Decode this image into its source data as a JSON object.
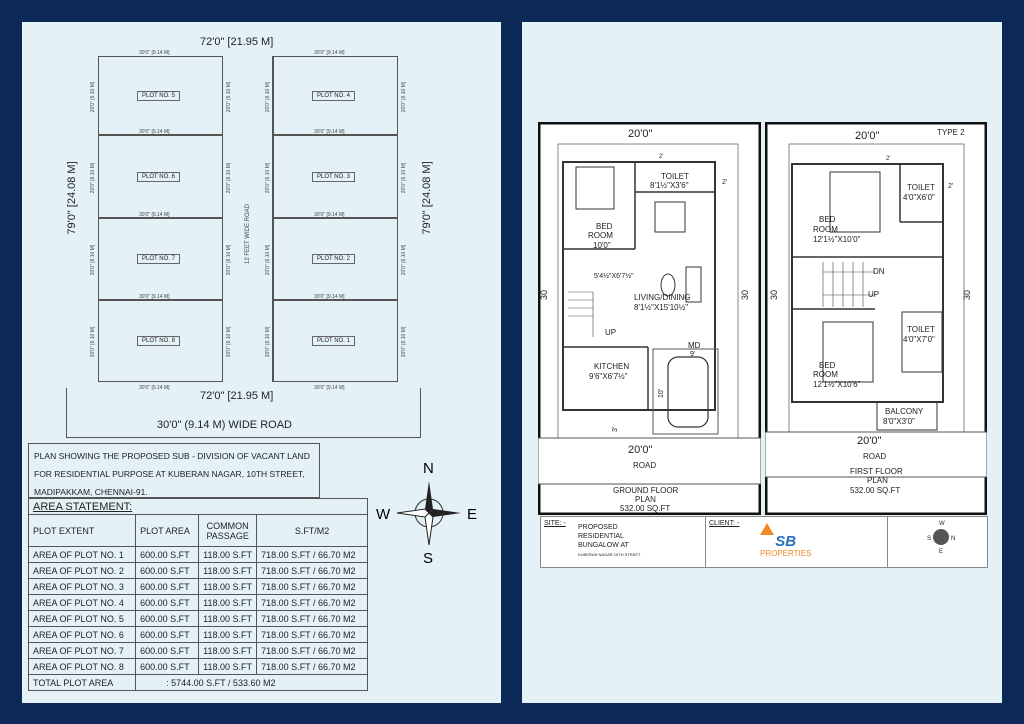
{
  "site_layout": {
    "overall_width": "72'0\" [21.95 M]",
    "overall_depth": "79'0\" [24.08 M]",
    "plot_width_dim": "30'0\" [9.14 M]",
    "plot_depth_dim": "20'0\" [6.10 M]",
    "internal_road": "12 FEET WIDE ROAD",
    "main_road": "30'0\" (9.14 M) WIDE  ROAD",
    "plots_left": [
      "PLOT NO. 5",
      "PLOT NO. 6",
      "PLOT NO. 7",
      "PLOT NO. 8"
    ],
    "plots_right": [
      "PLOT NO. 4",
      "PLOT NO. 3",
      "PLOT NO. 2",
      "PLOT NO. 1"
    ]
  },
  "compass": {
    "n": "N",
    "s": "S",
    "e": "E",
    "w": "W"
  },
  "description": [
    "PLAN SHOWING THE PROPOSED SUB - DIVISION OF VACANT LAND",
    "FOR RESIDENTIAL PURPOSE AT KUBERAN NAGAR, 10TH STREET,",
    "MADIPAKKAM, CHENNAI-91."
  ],
  "area_statement": {
    "title": "AREA STATEMENT:",
    "headers": [
      "PLOT EXTENT",
      "PLOT AREA",
      "COMMON PASSAGE",
      "S.FT/M2"
    ],
    "rows": [
      [
        "AREA OF PLOT NO. 1",
        "600.00 S.FT",
        "118.00 S.FT",
        "718.00 S.FT /   66.70 M2"
      ],
      [
        "AREA OF PLOT NO. 2",
        "600.00 S.FT",
        "118.00 S.FT",
        "718.00 S.FT /   66.70 M2"
      ],
      [
        "AREA OF PLOT NO. 3",
        "600.00 S.FT",
        "118.00 S.FT",
        "718.00 S.FT /   66.70 M2"
      ],
      [
        "AREA OF PLOT NO. 4",
        "600.00 S.FT",
        "118.00 S.FT",
        "718.00 S.FT /   66.70 M2"
      ],
      [
        "AREA OF PLOT NO. 5",
        "600.00 S.FT",
        "118.00 S.FT",
        "718.00 S.FT /   66.70 M2"
      ],
      [
        "AREA OF PLOT NO. 6",
        "600.00 S.FT",
        "118.00 S.FT",
        "718.00 S.FT /   66.70 M2"
      ],
      [
        "AREA OF PLOT NO. 7",
        "600.00 S.FT",
        "118.00 S.FT",
        "718.00 S.FT /   66.70 M2"
      ],
      [
        "AREA OF PLOT NO. 8",
        "600.00 S.FT",
        "118.00 S.FT",
        "718.00 S.FT /   66.70 M2"
      ]
    ],
    "total_label": "TOTAL PLOT AREA",
    "total_value": ":  5744.00 S.FT /   533.60 M2"
  },
  "ground_floor": {
    "width": "20'0\"",
    "depth": "30",
    "setback_top": "2'",
    "setback_side": "2'",
    "setback_front": "3'",
    "bedroom": [
      "BED",
      "ROOM",
      "10'0\""
    ],
    "toilet": [
      "TOILET",
      "8'1½\"X3'6\""
    ],
    "stair": "5'4½\"X6'7½\"",
    "up": "UP",
    "living": [
      "LIVING/DINING",
      "8'1½\"X15'10½\""
    ],
    "md": "MD",
    "parking_w": "9'",
    "parking_d": "10'",
    "kitchen": [
      "KITCHEN",
      "9'6\"X6'7½\""
    ],
    "road": "ROAD",
    "caption": [
      "GROUND  FLOOR",
      "PLAN",
      "532.00  SQ.FT"
    ]
  },
  "first_floor": {
    "type": "TYPE  2",
    "width": "20'0\"",
    "depth": "30",
    "setback_top": "2'",
    "setback_side": "2'",
    "bedroom1": [
      "BED",
      "ROOM",
      "12'1½\"X10'0\""
    ],
    "toilet1": [
      "TOILET",
      "4'0\"X6'0\""
    ],
    "dn": "DN",
    "up": "UP",
    "bedroom2": [
      "BED",
      "ROOM",
      "12'1½\"X10'6\""
    ],
    "toilet2": [
      "TOILET",
      "4'0\"X7'0\""
    ],
    "balcony": [
      "BALCONY",
      "8'0\"X3'0\""
    ],
    "road": "ROAD",
    "caption": [
      "FIRST  FLOOR",
      "PLAN",
      "532.00  SQ.FT"
    ]
  },
  "title_block": {
    "site_label": "SITE: -",
    "site": [
      "PROPOSED",
      "RESIDENTIAL",
      "BUNGALOW  AT",
      "KUBERAN NAGAR 10TH STREET"
    ],
    "client_label": "CLIENT: -",
    "logo_text": "SB",
    "logo_sub": "PROPERTIES",
    "compass": {
      "n": "W",
      "e": "N",
      "s": "E",
      "w": "S"
    },
    "colors": {
      "logo_blue": "#2a6fc0",
      "logo_orange": "#f08a24"
    }
  }
}
